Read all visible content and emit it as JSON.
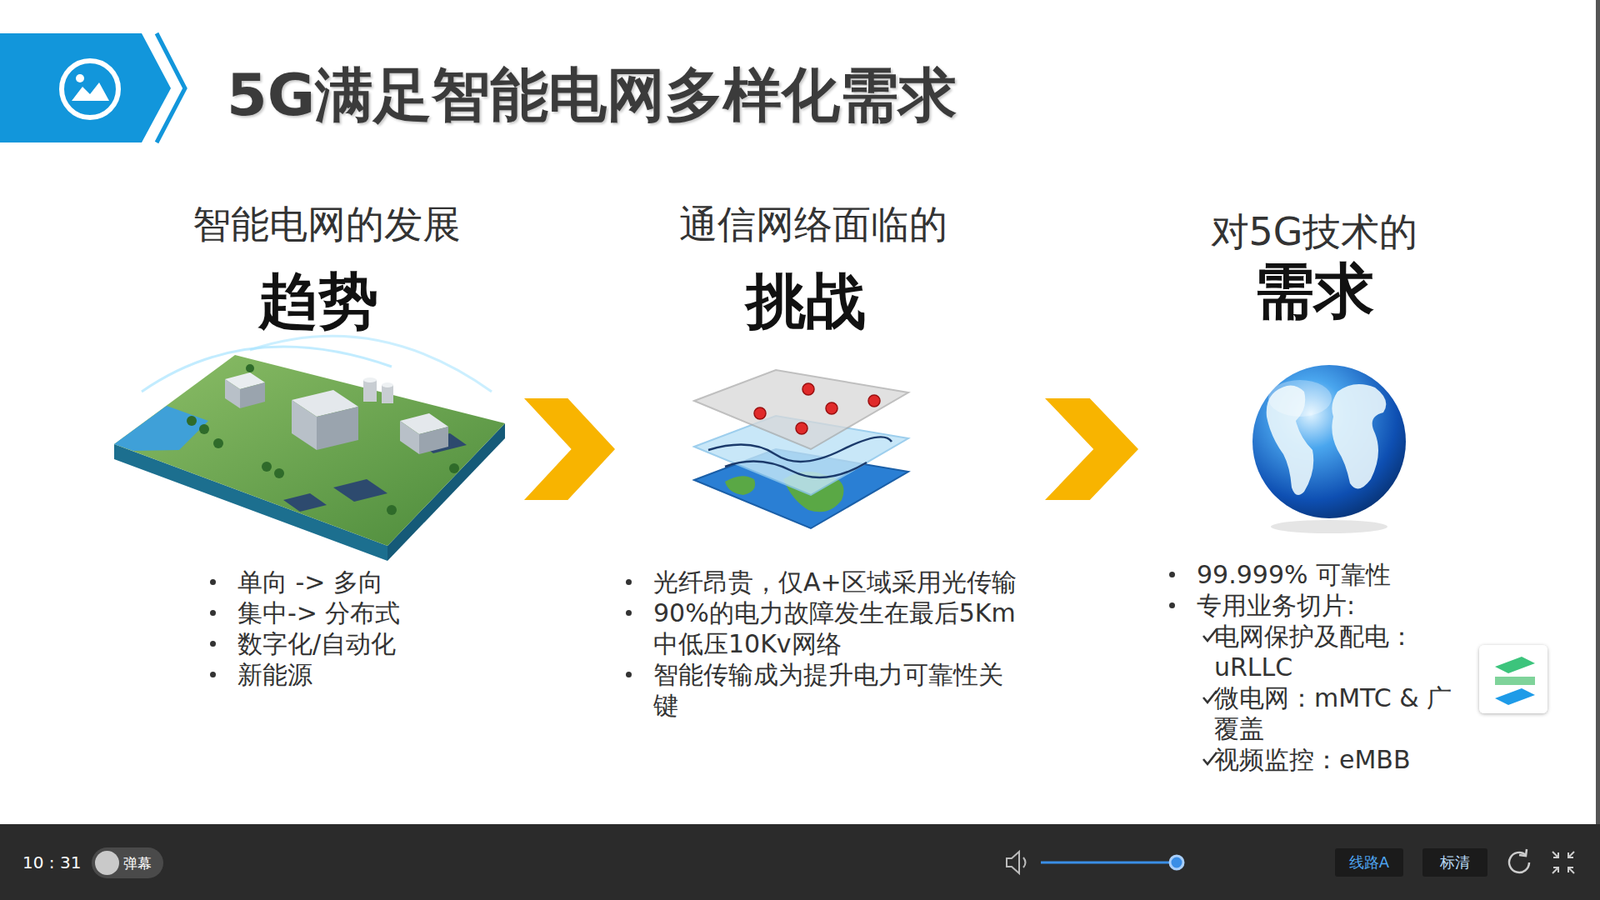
{
  "diagram": {
    "title": "5G满足智能电网多样化需求",
    "nodes": [
      {
        "text": [
          "智能电网的发展",
          "趋势",
          "单向 -> 多向",
          "集中-> 分布式",
          "数字化/自动化",
          "新能源"
        ]
      },
      {
        "text": [
          "通信网络面临的",
          "挑战",
          "光纤昂贵，仅A+区域采用光传输",
          "90%的电力故障发生在最后5Km中低压10Kv网络",
          "智能传输成为提升电力可靠性关键"
        ]
      },
      {
        "text": [
          "对5G技术的",
          "需求",
          "99.999% 可靠性",
          "专用业务切片:",
          "电网保护及配电：uRLLC",
          "微电网：mMTC & 广覆盖",
          "视频监控：eMBB"
        ]
      },
      {
        "text": [
          "弹幕"
        ]
      },
      {
        "text": [
          "线路A"
        ]
      },
      {
        "text": [
          "标清"
        ]
      }
    ],
    "edges": [
      {
        "from": 0,
        "to": 1,
        "arrow": "to"
      },
      {
        "from": 1,
        "to": 2,
        "arrow": "to"
      }
    ],
    "labels": [
      "10 : 31"
    ]
  }
}
